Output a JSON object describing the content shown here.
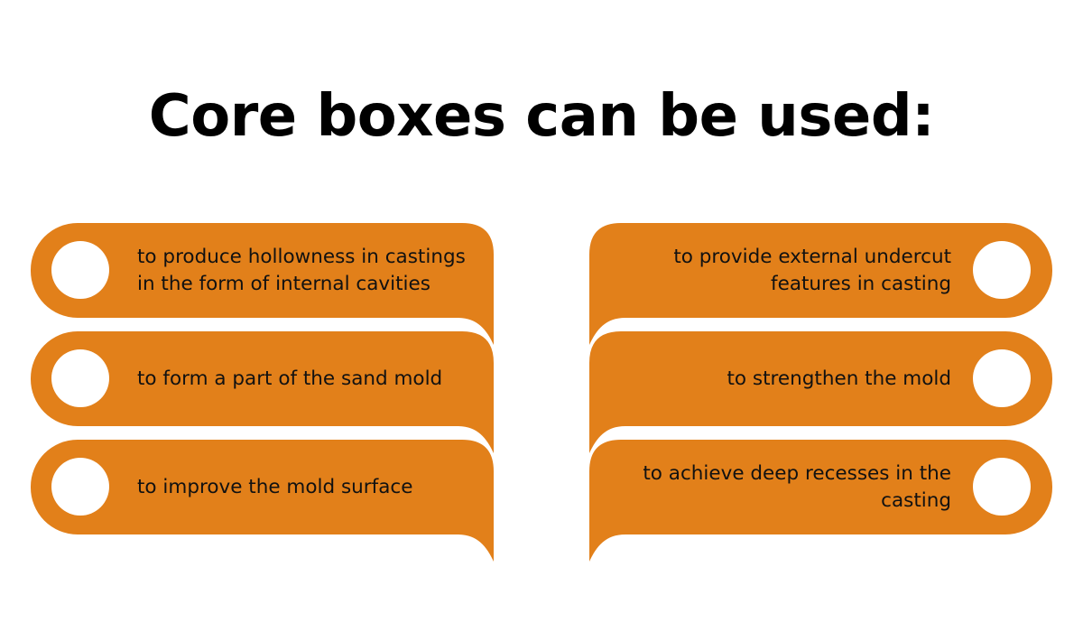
{
  "title": "Core boxes can be used:",
  "colors": {
    "card_fill": "#E2801A",
    "circle_fill": "#FFFFFF",
    "text": "#111111",
    "background": "#FFFFFF"
  },
  "left_column": {
    "items": [
      {
        "label": "to produce hollowness in castings in the form of internal cavities",
        "icon": "circle-bullet-icon"
      },
      {
        "label": "to form a part of the sand mold",
        "icon": "circle-bullet-icon"
      },
      {
        "label": "to improve the mold surface",
        "icon": "circle-bullet-icon"
      }
    ]
  },
  "right_column": {
    "items": [
      {
        "label": "to provide external undercut features in casting",
        "icon": "circle-bullet-icon"
      },
      {
        "label": "to strengthen the mold",
        "icon": "circle-bullet-icon"
      },
      {
        "label": "to achieve deep recesses in the casting",
        "icon": "circle-bullet-icon"
      }
    ]
  }
}
